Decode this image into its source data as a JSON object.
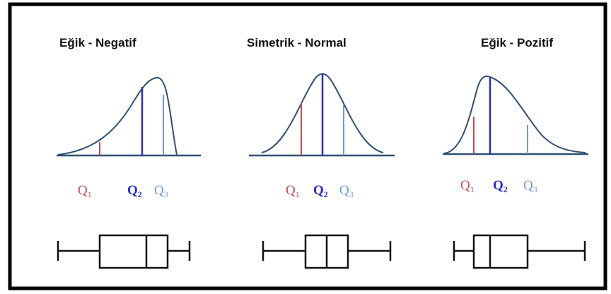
{
  "panels": [
    {
      "title": "Eğik - Negatif",
      "quartile_labels": [
        {
          "letter": "Q",
          "sub": "1"
        },
        {
          "letter": "Q",
          "sub": "2"
        },
        {
          "letter": "Q",
          "sub": "3"
        }
      ]
    },
    {
      "title": "Simetrik - Normal",
      "quartile_labels": [
        {
          "letter": "Q",
          "sub": "1"
        },
        {
          "letter": "Q",
          "sub": "2"
        },
        {
          "letter": "Q",
          "sub": "3"
        }
      ]
    },
    {
      "title": "Eğik - Pozitif",
      "quartile_labels": [
        {
          "letter": "Q",
          "sub": "1"
        },
        {
          "letter": "Q",
          "sub": "2"
        },
        {
          "letter": "Q",
          "sub": "3"
        }
      ]
    }
  ],
  "colors": {
    "curve": "#2f4f6f",
    "q1": "#c0504d",
    "q2": "#2b2bd0",
    "q3": "#6f9ad0",
    "box": "#111111",
    "frame": "#000000"
  }
}
